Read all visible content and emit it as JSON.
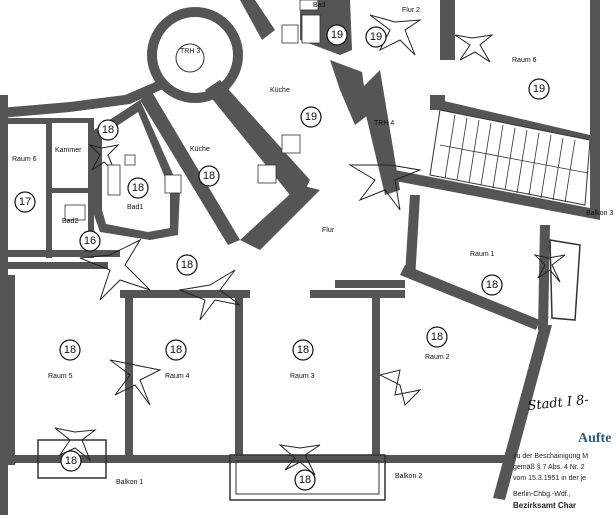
{
  "rooms": {
    "bad_top": "Bad",
    "flur2": "Flur 2",
    "trh3": "TRH 3",
    "kueche_top": "Küche",
    "raum6_right": "Raum 6",
    "raum6_left": "Raum 6",
    "kammer": "Kammer",
    "kueche_mid": "Küche",
    "trh4": "TRH 4",
    "bad1": "Bad1",
    "bad2": "Bad2",
    "flur": "Flur",
    "raum1": "Raum 1",
    "balkon3": "Balkon 3",
    "raum2": "Raum 2",
    "raum5": "Raum 5",
    "raum4": "Raum 4",
    "raum3": "Raum 3",
    "balkon1": "Balkon 1",
    "balkon2": "Balkon 2"
  },
  "badges": {
    "b_bad_a": "19",
    "b_bad_b": "19",
    "b_raum6r": "19",
    "b_kueche_top": "19",
    "b_kammer": "18",
    "b_raum6l": "17",
    "b_bad1": "18",
    "b_kueche_mid": "18",
    "b_bad2": "16",
    "b_flur": "18",
    "b_raum1": "18",
    "b_raum2": "18",
    "b_raum5": "18",
    "b_raum4": "18",
    "b_raum3": "18",
    "b_balkon1": "18",
    "b_balkon2": "18"
  },
  "annotation": {
    "handwriting": "Stadt I 8-"
  },
  "legend": {
    "title": "Aufte",
    "line1": "zu der Beschainigung M",
    "line2": "gemäß § 7 Abs. 4 Nr. 2",
    "line3": "vom 15.3.1951 in der je",
    "line4": "Berlin-Chbg.-Wdf.,",
    "line5": "Bezirksamt Char"
  },
  "colors": {
    "wall": "#555555",
    "legend_title": "#2a5d7d"
  }
}
